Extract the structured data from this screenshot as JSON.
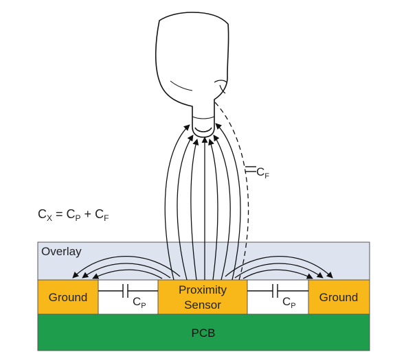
{
  "labels": {
    "overlay": "Overlay",
    "ground_left": "Ground",
    "ground_right": "Ground",
    "sensor_line1": "Proximity",
    "sensor_line2": "Sensor",
    "pcb": "PCB",
    "cp_main": "C",
    "cp_sub": "P",
    "cf_main": "C",
    "cf_sub": "F"
  },
  "equation": {
    "lhs_main": "C",
    "lhs_sub": "X",
    "equals": " = ",
    "t1_main": "C",
    "t1_sub": "P",
    "plus": " + ",
    "t2_main": "C",
    "t2_sub": "F"
  },
  "colors": {
    "overlay": "#dde3ef",
    "electrode": "#f9b81a",
    "pcb": "#1e9e4c",
    "line": "#111111",
    "skin": "#ffffff"
  },
  "icons": {
    "hand": "pointing-finger-hand"
  }
}
